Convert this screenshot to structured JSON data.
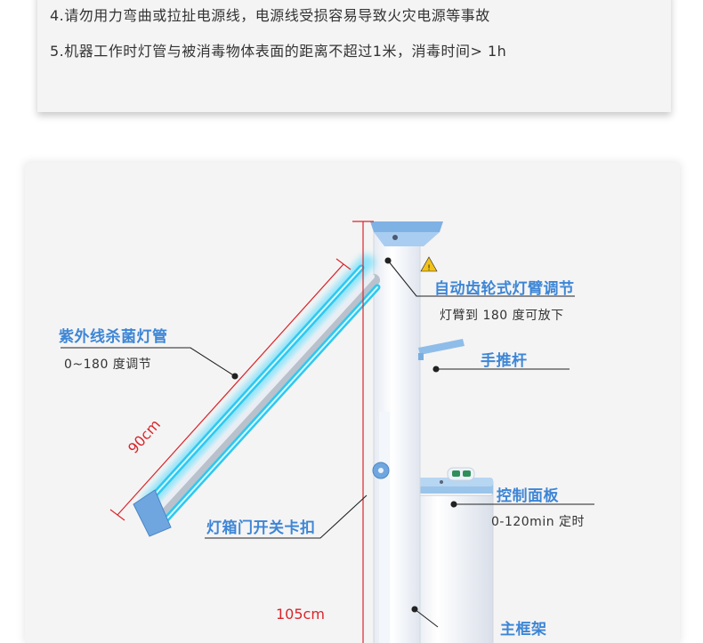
{
  "notes": [
    "4.请勿用力弯曲或拉扯电源线，电源线受损容易导致火灾电源等事故",
    "5.机器工作时灯管与被消毒物体表面的距离不超过1米，消毒时间> 1h"
  ],
  "callouts": {
    "uv_lamp": {
      "title": "紫外线杀菌灯管",
      "desc": "0~180 度调节"
    },
    "gear_arm": {
      "title": "自动齿轮式灯臂调节",
      "desc": "灯臂到 180 度可放下"
    },
    "push_handle": {
      "title": "手推杆"
    },
    "lamp_box_latch": {
      "title": "灯箱门开关卡扣"
    },
    "control_panel": {
      "title": "控制面板",
      "desc": "0-120min 定时"
    },
    "partial_bottom": {
      "title": "主框架"
    }
  },
  "dimensions": {
    "lamp_length": "90cm",
    "height": "105cm"
  },
  "colors": {
    "accent_blue": "#3d86d6",
    "dimension_red": "#d8262c",
    "uv_glow": "#2ec8f0"
  }
}
